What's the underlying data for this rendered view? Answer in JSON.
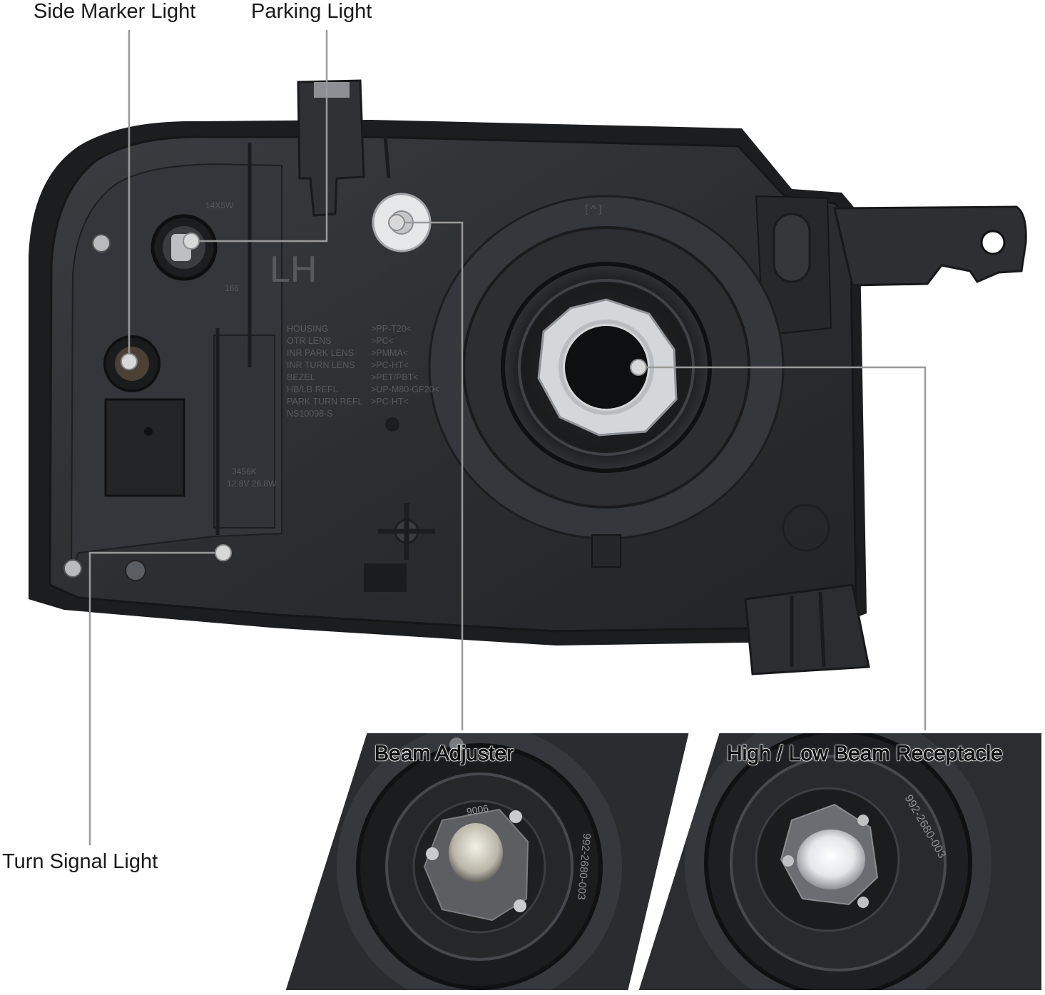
{
  "callouts": {
    "side_marker": "Side Marker Light",
    "parking": "Parking Light",
    "turn_signal": "Turn Signal Light"
  },
  "insets": {
    "beam_adjuster": "Beam Adjuster",
    "receptacle": "High / Low Beam Receptacle"
  },
  "housing_markings": {
    "side": "LH",
    "top_mark": "[ ^ ]",
    "bulb_park": "14X5W",
    "bulb_park_code": "168",
    "bulb_turn_1": "3456K",
    "bulb_turn_2": "12.8V 26.8W",
    "materials": [
      [
        "HOUSING",
        ">PP-T20<"
      ],
      [
        "OTR LENS",
        ">PC<"
      ],
      [
        "INR PARK LENS",
        ">PMMA<"
      ],
      [
        "INR TURN LENS",
        ">PC-HT<"
      ],
      [
        "BEZEL",
        ">PET/PBT<"
      ],
      [
        "HB/LB REFL",
        ">UP-M80-GF20<"
      ],
      [
        "PARK TURN REFL",
        ">PC-HT<"
      ],
      [
        "NS10098-S",
        ""
      ]
    ]
  },
  "socket_markings": {
    "bulb_type": "9006",
    "part_number": "992-2680-003",
    "part_number_alt": "992-2680-003"
  },
  "colors": {
    "housing": "#2a2c2f",
    "housing_light": "#3e4145",
    "leader_line": "#9a9a9a",
    "marker_dot": "#d8d8d8"
  }
}
